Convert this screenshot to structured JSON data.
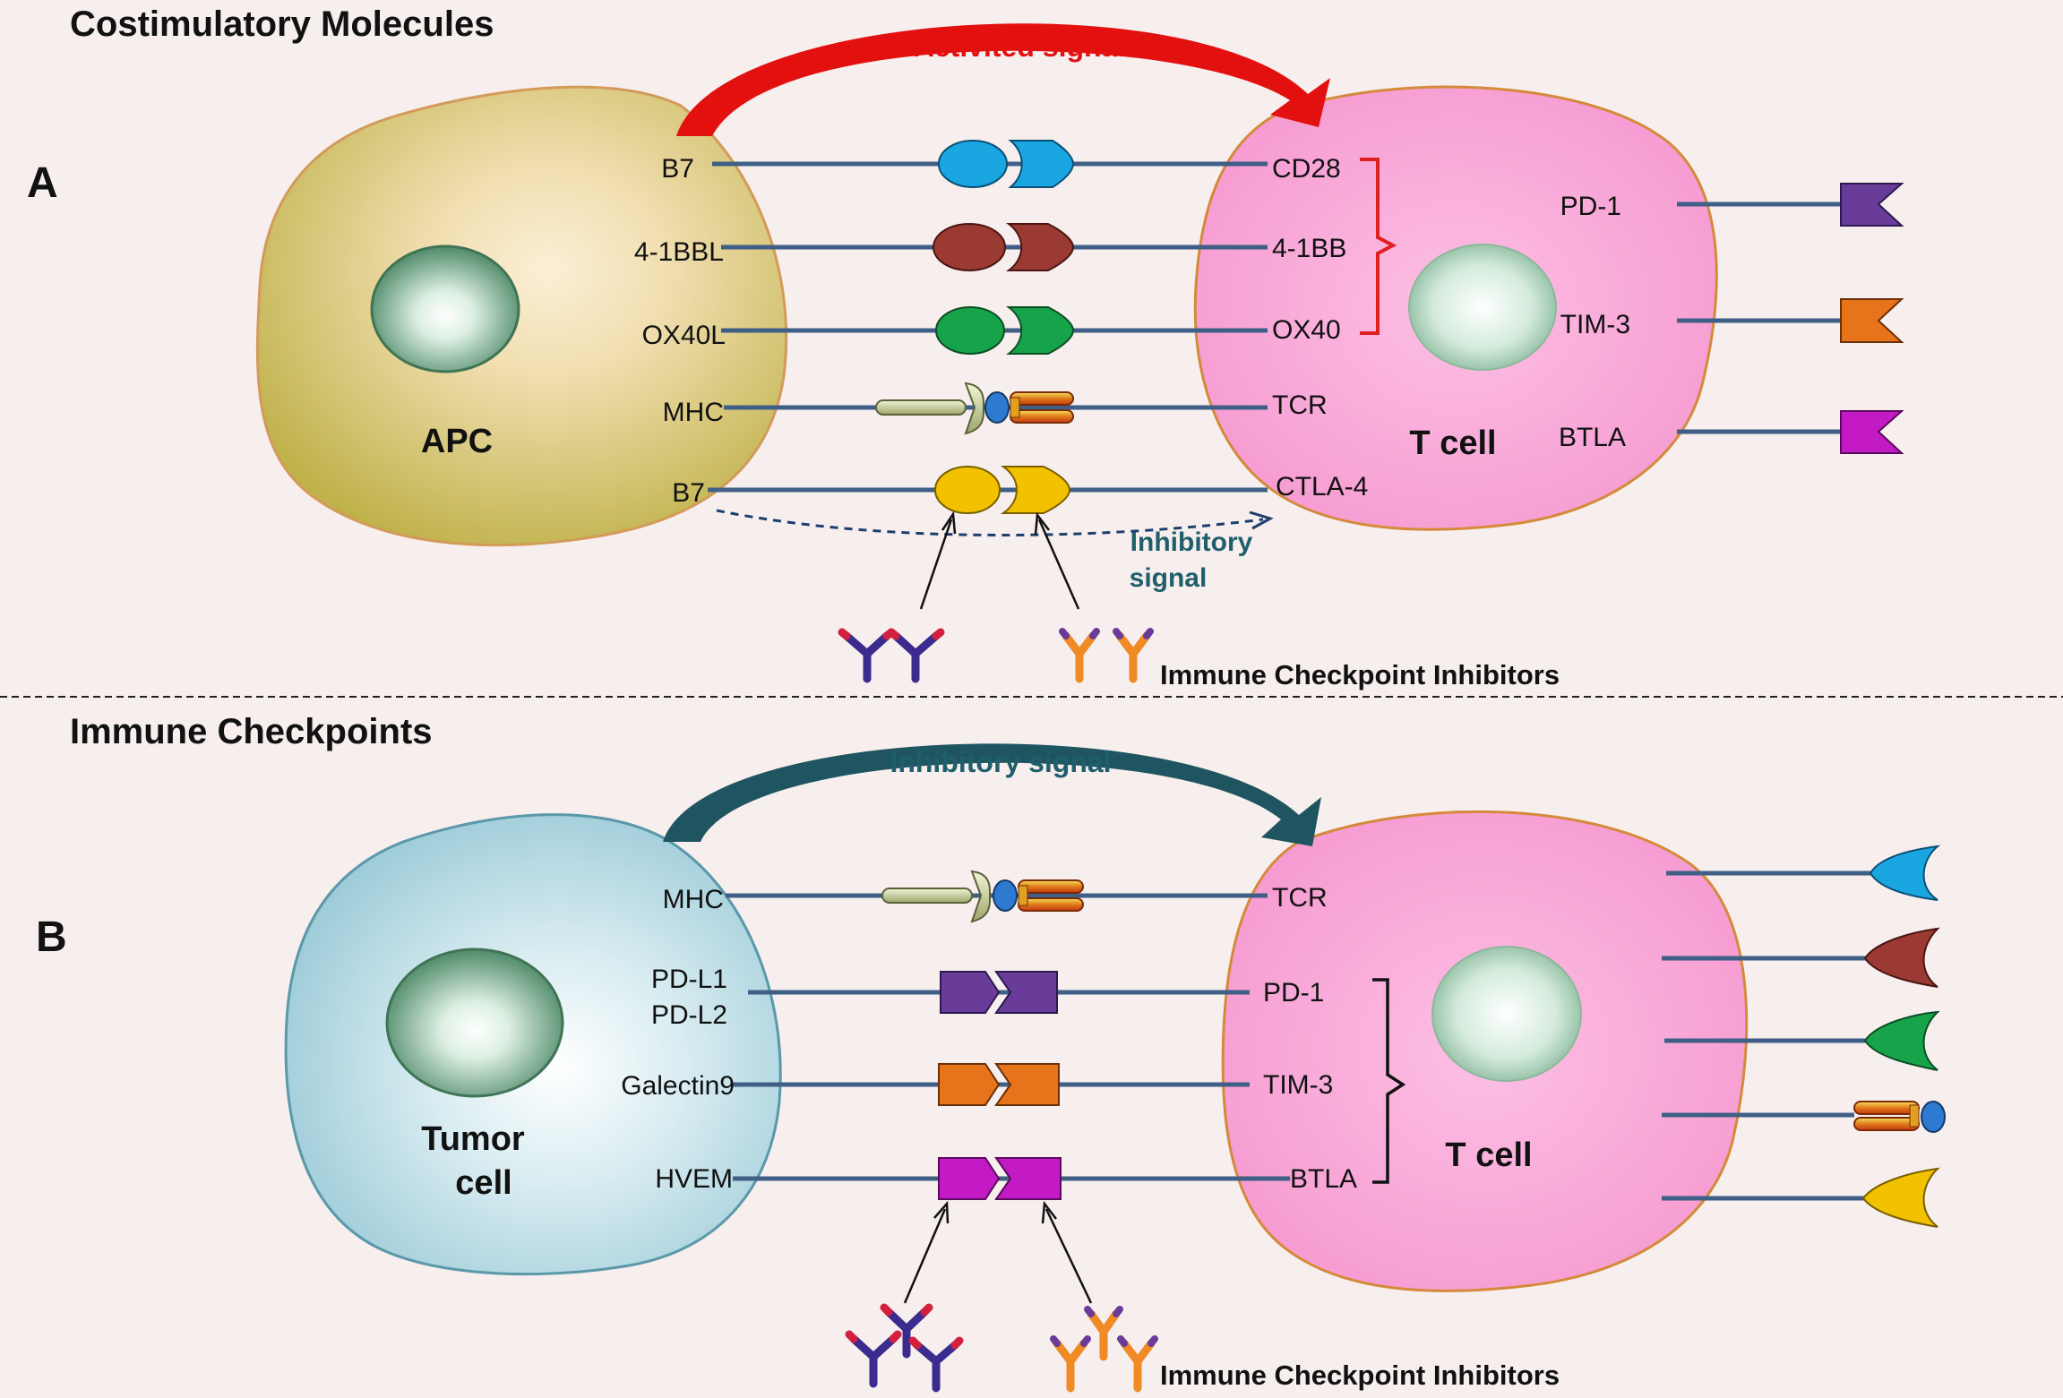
{
  "panel_a": {
    "section_title": "Costimulatory Molecules",
    "panel_label": "A",
    "arrow_label": "Activited signal",
    "apc_name": "APC",
    "tcell_name": "T cell",
    "ligands": [
      "B7",
      "4-1BBL",
      "OX40L",
      "MHC",
      "B7"
    ],
    "receptors": [
      "CD28",
      "4-1BB",
      "OX40",
      "TCR",
      "CTLA-4"
    ],
    "checkpoints": [
      "PD-1",
      "TIM-3",
      "BTLA"
    ],
    "inhibitory_label_line1": "Inhibitory",
    "inhibitory_label_line2": "signal",
    "ici_label": "Immune Checkpoint Inhibitors"
  },
  "panel_b": {
    "section_title": "Immune Checkpoints",
    "panel_label": "B",
    "arrow_label": "Inhibitory signal",
    "tumor_name_line1": "Tumor",
    "tumor_name_line2": "cell",
    "tcell_name": "T cell",
    "ligands": [
      "MHC",
      "PD-L1",
      "PD-L2",
      "Galectin9",
      "HVEM"
    ],
    "receptors": [
      "TCR",
      "PD-1",
      "TIM-3",
      "BTLA"
    ],
    "ici_label": "Immune Checkpoint Inhibitors"
  },
  "colors": {
    "apc": "#c8bd56",
    "tcell": "#f79bd2",
    "tumor": "#a9d3df",
    "nucleus": "#7fb394",
    "activation_arrow": "#e31010",
    "inhibitory_arrow": "#1f5560",
    "connector": "#3f5f86",
    "bracket": "#e02020",
    "b7_cd28": "#1aa6e0",
    "bb_4_1": "#9a3a33",
    "ox40": "#17a34a",
    "ctla4": "#f2c200",
    "pd1": "#6a3c9a",
    "tim3": "#e7731b",
    "btla": "#c31ac6",
    "antibody_purple": "#3c2b8e",
    "antibody_orange": "#f08a24"
  }
}
